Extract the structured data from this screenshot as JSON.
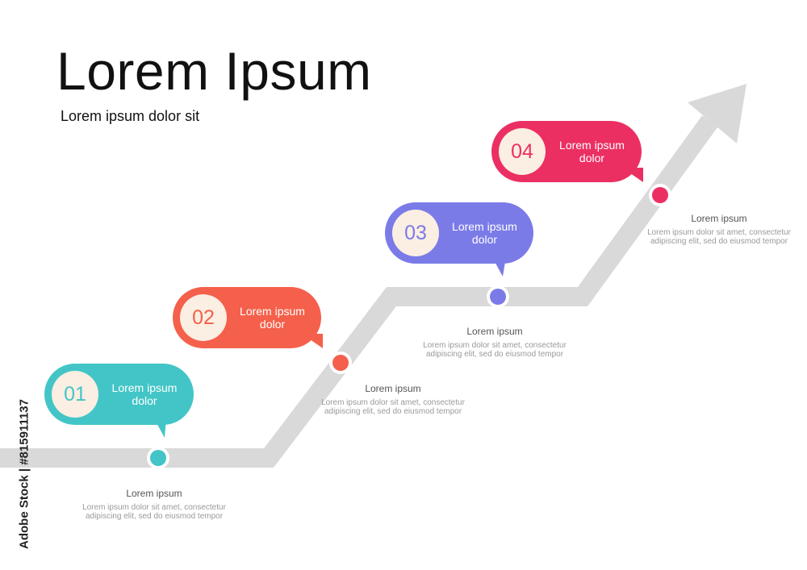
{
  "title": "Lorem Ipsum",
  "subtitle": "Lorem ipsum dolor sit",
  "watermark": "Adobe Stock | #815911137",
  "colors": {
    "path": "#d9d9d9",
    "step1": "#43c5c7",
    "step2": "#f4604b",
    "step3": "#7b7be8",
    "step4": "#ec2f63"
  },
  "steps": [
    {
      "number": "01",
      "bubble_text": "Lorem ipsum dolor",
      "color": "#43c5c7",
      "caption_title": "Lorem ipsum",
      "caption_text": "Lorem ipsum dolor sit amet, consectetur adipiscing elit, sed do eiusmod tempor"
    },
    {
      "number": "02",
      "bubble_text": "Lorem ipsum dolor",
      "color": "#f4604b",
      "caption_title": "Lorem ipsum",
      "caption_text": "Lorem ipsum dolor sit amet, consectetur adipiscing elit, sed do eiusmod tempor"
    },
    {
      "number": "03",
      "bubble_text": "Lorem ipsum dolor",
      "color": "#7b7be8",
      "caption_title": "Lorem ipsum",
      "caption_text": "Lorem ipsum dolor sit amet, consectetur adipiscing elit, sed do eiusmod tempor"
    },
    {
      "number": "04",
      "bubble_text": "Lorem ipsum dolor",
      "color": "#ec2f63",
      "caption_title": "Lorem ipsum",
      "caption_text": "Lorem ipsum dolor sit amet, consectetur adipiscing elit, sed do eiusmod tempor"
    }
  ]
}
